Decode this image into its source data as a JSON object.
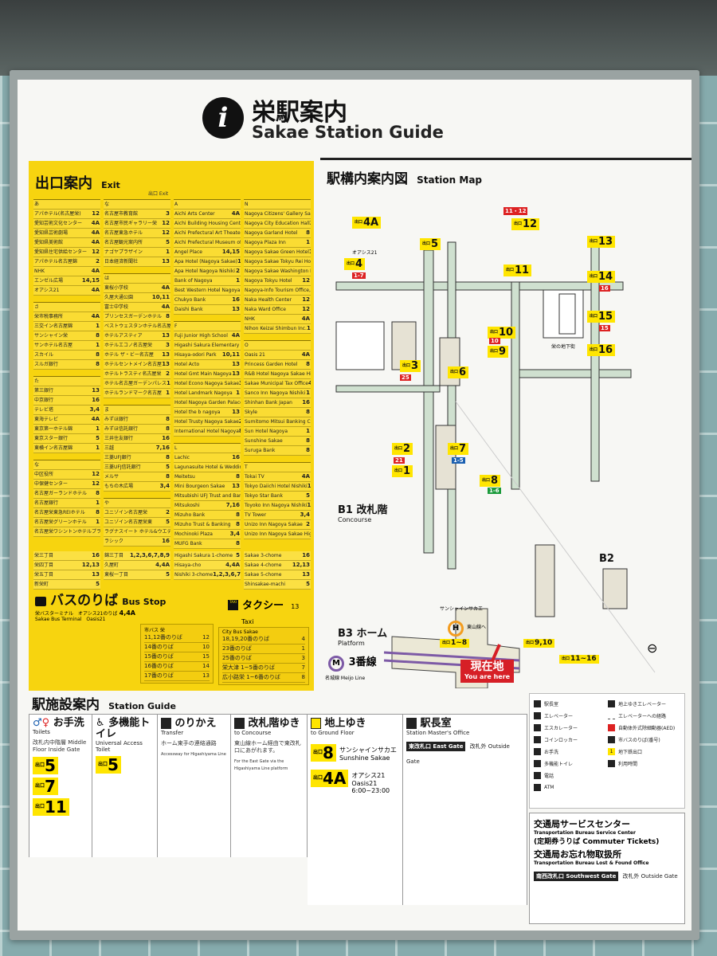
{
  "header": {
    "icon": "i",
    "title_jp": "栄駅案内",
    "title_en": "Sakae Station Guide"
  },
  "exits": {
    "title_jp": "出口案内",
    "title_en": "Exit",
    "exit_label": "出口 Exit",
    "columns": [
      [
        {
          "group": "あ",
          "items": [
            [
              "アパホテル(名古屋栄)",
              "12"
            ],
            [
              "愛知芸術文化センター",
              "4A"
            ],
            [
              "愛知県芸術劇場",
              "4A"
            ],
            [
              "愛知県美術館",
              "4A"
            ],
            [
              "愛知県住宅供給センター",
              "12"
            ],
            [
              "アパホテル名古屋錦",
              "2"
            ],
            [
              "NHK",
              "4A"
            ],
            [
              "エンゼル広場",
              "14,15"
            ],
            [
              "オアシス21",
              "4A"
            ]
          ]
        },
        {
          "group": "さ",
          "items": [
            [
              "栄市税事務所",
              "4A"
            ],
            [
              "三交イン名古屋錦",
              "1"
            ],
            [
              "サンシャイン栄",
              "8"
            ],
            [
              "サンホテル名古屋",
              "1"
            ],
            [
              "スカイル",
              "8"
            ],
            [
              "スルガ銀行",
              "8"
            ]
          ]
        },
        {
          "group": "た",
          "items": [
            [
              "第三銀行",
              "13"
            ],
            [
              "中京銀行",
              "16"
            ],
            [
              "テレビ塔",
              "3,4"
            ],
            [
              "東海テレビ",
              "4A"
            ],
            [
              "東京第一ホテル錦",
              "1"
            ],
            [
              "東京スター銀行",
              "5"
            ],
            [
              "東横イン名古屋錦",
              "1"
            ]
          ]
        },
        {
          "group": "な",
          "items": [
            [
              "中区役所",
              "12"
            ],
            [
              "中保健センター",
              "12"
            ],
            [
              "名古屋ガーランドホテル",
              "8"
            ],
            [
              "名古屋銀行",
              "1"
            ],
            [
              "名古屋栄東急REIホテル",
              "8"
            ],
            [
              "名古屋栄グリーンホテル",
              "1"
            ],
            [
              "名古屋栄ワシントンホテルプラザ",
              "8"
            ]
          ]
        }
      ],
      [
        {
          "group": "な",
          "items": [
            [
              "名古屋市教育館",
              "3"
            ],
            [
              "名古屋市民ギャラリー栄",
              "12"
            ],
            [
              "名古屋東急ホテル",
              "12"
            ],
            [
              "名古屋観光案内所",
              "5"
            ],
            [
              "ナゴヤプラザイン",
              "1"
            ],
            [
              "日本経済新聞社",
              "13"
            ]
          ]
        },
        {
          "group": "は",
          "items": [
            [
              "東桜小学校",
              "4A"
            ],
            [
              "久屋大通公園",
              "10,11"
            ],
            [
              "富士中学校",
              "4A"
            ],
            [
              "プリンセスガーデンホテル",
              "8"
            ],
            [
              "ベストウェスタンホテル名古屋",
              "12"
            ],
            [
              "ホテルアスティア",
              "13"
            ],
            [
              "ホテルエコノ名古屋栄",
              "3"
            ],
            [
              "ホテル ザ・ビー名古屋",
              "13"
            ],
            [
              "ホテルセントメイン名古屋",
              "13"
            ],
            [
              "ホテルトラスティ名古屋栄",
              "2"
            ],
            [
              "ホテル名古屋ガーデンパレス",
              "1"
            ],
            [
              "ホテルランドマーク名古屋",
              "1"
            ]
          ]
        },
        {
          "group": "ま",
          "items": [
            [
              "みずほ銀行",
              "8"
            ],
            [
              "みずほ信託銀行",
              "8"
            ],
            [
              "三井住友銀行",
              "16"
            ],
            [
              "三越",
              "7,16"
            ],
            [
              "三菱UFJ銀行",
              "8"
            ],
            [
              "三菱UFJ信託銀行",
              "5"
            ],
            [
              "メルサ",
              "8"
            ],
            [
              "もちの木広場",
              "3,4"
            ]
          ]
        },
        {
          "group": "や",
          "items": [
            [
              "ユニゾイン名古屋栄",
              "2"
            ],
            [
              "ユニゾイン名古屋栄東",
              "5"
            ],
            [
              "ラグナスイート ホテル&ウエディング",
              "1"
            ],
            [
              "ラシック",
              "16"
            ]
          ]
        }
      ],
      [
        {
          "group": "A",
          "items": [
            [
              "Aichi Arts Center",
              "4A"
            ],
            [
              "Aichi Building Housing Center",
              "12"
            ],
            [
              "Aichi Prefectural Art Theater",
              "4A"
            ],
            [
              "Aichi Prefectural Museum of Art",
              "4A"
            ],
            [
              "Angel Place",
              "14,15"
            ],
            [
              "Apa Hotel (Nagoya Sakae)",
              "12"
            ],
            [
              "Apa Hotel Nagoya Nishiki",
              "2"
            ],
            [
              "Bank of Nagoya",
              "1"
            ],
            [
              "Best Western Hotel Nagoya",
              "12"
            ],
            [
              "Chukyo Bank",
              "16"
            ],
            [
              "Daishi Bank",
              "13"
            ]
          ]
        },
        {
          "group": "F",
          "items": [
            [
              "Fuji Junior High School",
              "4A"
            ],
            [
              "Higashi Sakura Elementary School",
              "4A"
            ],
            [
              "Hisaya-odori Park",
              "10,11"
            ],
            [
              "Hotel Acto",
              "13"
            ],
            [
              "Hotel Gmt Main Nagoya",
              "13"
            ],
            [
              "Hotel Econo Nagoya Sakae",
              "3"
            ],
            [
              "Hotel Landmark Nagoya",
              "1"
            ],
            [
              "Hotel Nagoya Garden Palace",
              "1"
            ],
            [
              "Hotel the b nagoya",
              "13"
            ],
            [
              "Hotel Trusty Nagoya Sakae",
              "2"
            ],
            [
              "International Hotel Nagoya",
              "8"
            ]
          ]
        },
        {
          "group": "L",
          "items": [
            [
              "Lachic",
              "16"
            ],
            [
              "Lagunasuite Hotel & Wedding",
              "1"
            ],
            [
              "Meitetsu",
              "8"
            ],
            [
              "Mini Bourgeon Sakae",
              "13"
            ],
            [
              "Mitsubishi UFJ Trust and Banking",
              "5"
            ],
            [
              "Mitsukoshi",
              "7,16"
            ],
            [
              "Mizuho Bank",
              "8"
            ],
            [
              "Mizuho Trust & Banking",
              "8"
            ],
            [
              "Mochinoki Plaza",
              "3,4"
            ],
            [
              "MUFG Bank",
              "8"
            ]
          ]
        }
      ],
      [
        {
          "group": "N",
          "items": [
            [
              "Nagoya Citizens' Gallery Sakae",
              "12"
            ],
            [
              "Nagoya City Education Hall",
              "3"
            ],
            [
              "Nagoya Garland Hotel",
              "8"
            ],
            [
              "Nagoya Plaza Inn",
              "1"
            ],
            [
              "Nagoya Sakae Green Hotel",
              "1"
            ],
            [
              "Nagoya Sakae Tokyu Rei Hotel",
              "8"
            ],
            [
              "Nagoya Sakae Washington Hotel Plaza",
              "8"
            ],
            [
              "Nagoya Tokyu Hotel",
              "12"
            ],
            [
              "Nagoya-Info Tourism Office, Aichi Pref.Gov.",
              "5"
            ],
            [
              "Naka Health Center",
              "12"
            ],
            [
              "Naka Ward Office",
              "12"
            ],
            [
              "NHK",
              "4A"
            ],
            [
              "Nihon Keizai Shimbun Inc.",
              "13"
            ]
          ]
        },
        {
          "group": "O",
          "items": [
            [
              "Oasis 21",
              "4A"
            ],
            [
              "Princess Garden Hotel",
              "8"
            ],
            [
              "R&B Hotel Nagoya Sakae Higashi",
              "12"
            ],
            [
              "Sakae Municipal Tax Office",
              "4A"
            ],
            [
              "Sanco Inn Nagoya Nishiki",
              "1"
            ],
            [
              "Shinhan Bank Japan",
              "16"
            ],
            [
              "Skyle",
              "8"
            ],
            [
              "Sumitomo Mitsui Banking Corporation",
              "16"
            ],
            [
              "Sun Hotel Nagoya",
              "1"
            ],
            [
              "Sunshine Sakae",
              "8"
            ],
            [
              "Suruga Bank",
              "8"
            ]
          ]
        },
        {
          "group": "T",
          "items": [
            [
              "Tokai TV",
              "4A"
            ],
            [
              "Tokyo Daiichi Hotel Nishiki",
              "1"
            ],
            [
              "Tokyo Star Bank",
              "5"
            ],
            [
              "Toyoko Inn Nagoya Nishiki",
              "1"
            ],
            [
              "TV Tower",
              "3,4"
            ],
            [
              "Unizo Inn Nagoya Sakae",
              "2"
            ],
            [
              "Unizo Inn Nagoya Sakae Higashi",
              "5"
            ]
          ]
        }
      ]
    ],
    "chome": [
      [
        [
          "栄三丁目",
          "16"
        ],
        [
          "栄四丁目",
          "12,13"
        ],
        [
          "栄五丁目",
          "13"
        ],
        [
          "新栄町",
          "5"
        ]
      ],
      [
        [
          "錦三丁目",
          "1,2,3,6,7,8,9"
        ],
        [
          "久屋町",
          "4,4A"
        ],
        [
          "東桜一丁目",
          "5"
        ]
      ],
      [
        [
          "Higashi Sakura 1-chome",
          "5"
        ],
        [
          "Hisaya-cho",
          "4,4A"
        ],
        [
          "Nishiki 3-chome",
          "1,2,3,6,7,8,9"
        ]
      ],
      [
        [
          "Sakae 3-chome",
          "16"
        ],
        [
          "Sakae 4-chome",
          "12,13"
        ],
        [
          "Sakae 5-chome",
          "13"
        ],
        [
          "Shinsakae-machi",
          "5"
        ]
      ]
    ]
  },
  "bus": {
    "title_jp": "バスのりば",
    "title_en": "Bus Stop",
    "terminal": {
      "name": "栄バスターミナル",
      "name_en": "Sakae Bus Terminal",
      "stop": "オアシス21のりば",
      "stop_en": "Oasis21",
      "exit": "4,4A"
    },
    "city_bus_label": "市バス 栄",
    "city_bus_en": "City Bus Sakae",
    "table1": [
      [
        "11,12番のりば",
        "12"
      ],
      [
        "14番のりば",
        "10"
      ],
      [
        "15番のりば",
        "15"
      ],
      [
        "16番のりば",
        "14"
      ],
      [
        "17番のりば",
        "13"
      ]
    ],
    "taxi": {
      "jp": "タクシー",
      "en": "Taxi",
      "exit": "13"
    },
    "table2": [
      [
        "18,19,20番のりば",
        "4"
      ],
      [
        "23番のりば",
        "1"
      ],
      [
        "25番のりば",
        "3"
      ],
      [
        "栄大津 1~5番のりば",
        "7"
      ],
      [
        "広小路栄 1~6番のりば",
        "8"
      ]
    ]
  },
  "map": {
    "title_jp": "駅構内案内図",
    "title_en": "Station Map",
    "b1": {
      "jp": "B1 改札階",
      "en": "Concourse"
    },
    "b2": "B2",
    "b3": {
      "jp": "B3 ホーム",
      "en": "Platform"
    },
    "meijo": {
      "letter": "M",
      "platform": "3番線",
      "platform_en": "Platform",
      "line": "名城線 Meijo Line"
    },
    "higashiyama": {
      "letter": "H",
      "label": "東山線へ"
    },
    "exits": [
      "4A",
      "4",
      "5",
      "11",
      "12",
      "13",
      "14",
      "15",
      "16",
      "10",
      "9",
      "3",
      "6",
      "2",
      "7",
      "1",
      "8"
    ],
    "bus_numbers": [
      "11・12",
      "1-7",
      "16",
      "15",
      "10",
      "25",
      "21",
      "1-5",
      "1-6"
    ],
    "platform_exits": [
      "1~8",
      "9,10",
      "11~16"
    ],
    "platform_exit_prefix": "出口",
    "station_labels": [
      "サンシャインサカエ",
      "オアシス21",
      "栄の地下街"
    ],
    "you_are_here": {
      "jp": "現在地",
      "en": "You are here"
    },
    "colors": {
      "exit": "#ffe500",
      "you_are_here": "#d61f26",
      "meijo": "#7d5aa6",
      "higashiyama": "#f39c1f",
      "corridor": "#cfe0cf",
      "bus": "#d22222"
    }
  },
  "legend": {
    "left": [
      "駅長室",
      "エレベーター",
      "エスカレーター",
      "コインロッカー",
      "お手洗",
      "多機能トイレ",
      "電話",
      "ATM"
    ],
    "right": [
      "地上ゆきエレベーター",
      "エレベーターへの経路",
      "自動体外式除細動器(AED)",
      "市バスのりば(番号)",
      "地下鉄出口",
      "利用時間"
    ],
    "exit_sample": "1"
  },
  "guide": {
    "title_jp": "駅施設案内",
    "title_en": "Station Guide",
    "toilets": {
      "jp": "お手洗",
      "en": "Toilets",
      "location": "改札内中階層 Middle Floor Inside Gate",
      "exits": [
        "5",
        "7",
        "11"
      ]
    },
    "universal": {
      "jp": "多機能トイレ",
      "en": "Universal Access Toilet",
      "exits": [
        "5"
      ]
    },
    "transfer": {
      "jp": "のりかえ",
      "en": "Transfer",
      "note": "ホーム東手の連絡通路",
      "note_en": "Accessway for Higashiyama Line"
    },
    "concourse": {
      "jp": "改札階ゆき",
      "en": "to Concourse",
      "note": "東山線ホーム経由で東改札口にあがれます。",
      "note_en": "For the East Gate via the Higashiyama Line platform"
    },
    "ground": {
      "jp": "地上ゆき",
      "en": "to Ground Floor",
      "items": [
        {
          "exit": "8",
          "name": "サンシャインサカエ",
          "name_en": "Sunshine Sakae",
          "hours": ""
        },
        {
          "exit": "4A",
          "name": "オアシス21",
          "name_en": "Oasis21",
          "hours": "6:00~23:00"
        }
      ]
    },
    "master": {
      "jp": "駅長室",
      "en": "Station Master's Office",
      "gate": "東改札口 East Gate",
      "outside": "改札外 Outside Gate"
    },
    "service": {
      "jp": "交通局サービスセンター",
      "en": "Transportation Bureau Service Center",
      "tickets": "(定期券うりば Commuter Tickets)",
      "lost_jp": "交通局お忘れ物取扱所",
      "lost_en": "Transportation Bureau Lost & Found Office",
      "gate": "南西改札口 Southwest Gate",
      "outside": "改札外 Outside Gate"
    },
    "exit_prefix": "出口"
  }
}
